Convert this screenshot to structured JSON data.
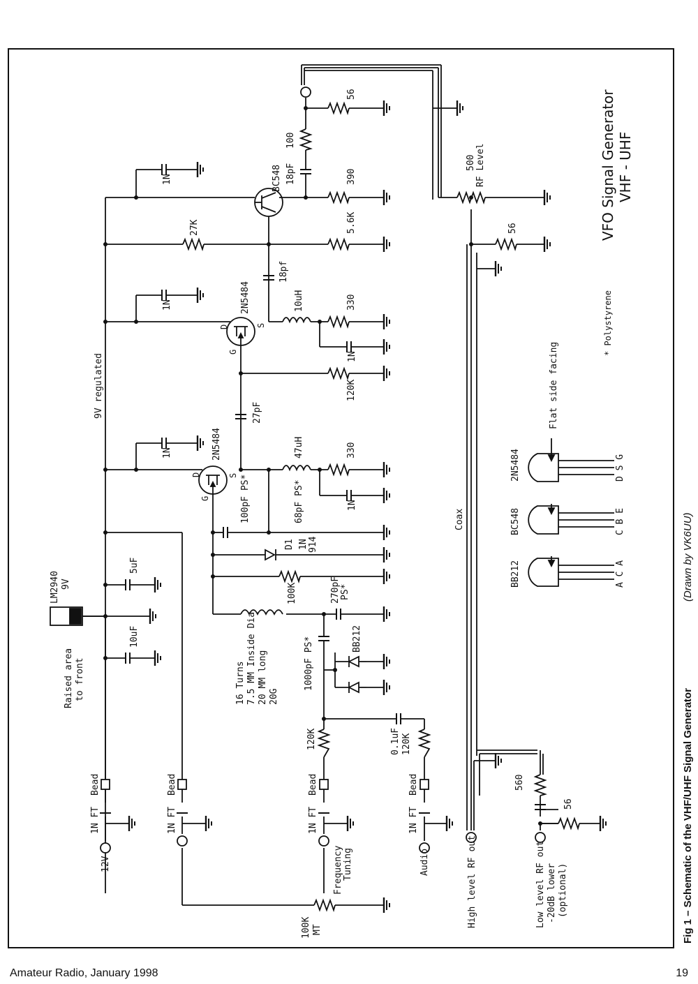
{
  "title": {
    "line1": "VFO Signal Generator",
    "line2": "VHF - UHF"
  },
  "caption": {
    "main": "Fig 1 – Schematic of the VHF/UHF Signal Generator",
    "credit": "(Drawn by VK6UU)"
  },
  "footer": {
    "left": "Amateur Radio, January 1998",
    "page": "19"
  },
  "labels": {
    "rail": "9V regulated",
    "coax": "Coax",
    "polystyrene": "* Polystyrene",
    "flat_side": "Flat side facing",
    "raised_area_1": "Raised area",
    "raised_area_2": "to front",
    "reg_name": "LM2940",
    "reg_volt": "9V",
    "coil_1": "16 Turns",
    "coil_2": "7.5 MM Inside Dia",
    "coil_3": "20 MM long",
    "coil_4": "20G"
  },
  "components": {
    "q_bc548": "BC548",
    "q_fet1": "2N5484",
    "q_fet2": "2N5484",
    "c_1n_a": "1N",
    "c_1n_b": "1N",
    "c_1n_c": "1N",
    "c_1n_d": "1N",
    "c_1n_e": "1N",
    "r_27k": "27K",
    "r_56_top": "56",
    "r_100": "100",
    "c_18pf_a": "18pF",
    "r_390": "390",
    "r_5k6": "5.6K",
    "c_18pf_b": "18pf",
    "l_10uh": "10uH",
    "r_330_a": "330",
    "r_120k_a": "120K",
    "c_27pf": "27pF",
    "l_47uh": "47uH",
    "r_330_b": "330",
    "c_100pf": "100pF PS*",
    "c_68pf": "68pF PS*",
    "d1": "D1",
    "d1_type_1": "1N",
    "d1_type_2": "914",
    "r_100k": "100K",
    "c_270pf_1": "270pF",
    "c_270pf_2": "PS*",
    "c_5uf": "5uF",
    "c_10uf": "10uF",
    "c_1000pf": "1000pF PS*",
    "d_bb212": "BB212",
    "r_120k_b": "120K",
    "c_01uf": "0.1uF",
    "r_120k_c": "120K",
    "r_500_1": "500",
    "r_500_2": "RF Level",
    "r_56_mid": "56",
    "r_560": "560",
    "r_56_low": "56",
    "pot_100k_1": "100K",
    "pot_100k_2": "MT",
    "freq_1": "Frequency",
    "freq_2": "Tuning",
    "pin_d1": "D",
    "pin_g1": "G",
    "pin_s1": "S",
    "pin_d2": "D",
    "pin_g2": "G",
    "pin_s2": "S"
  },
  "connectors": {
    "in_12v": "12V",
    "in_audio": "Audio",
    "out_high": "High level RF out",
    "out_low_1": "Low level RF out",
    "out_low_2": "-20dB lower",
    "out_low_3": "(optional)",
    "feed": "1N FT",
    "bead": "Bead"
  },
  "pinouts": [
    {
      "name": "BB212",
      "pins": "A C A"
    },
    {
      "name": "BC548",
      "pins": "C B E"
    },
    {
      "name": "2N5484",
      "pins": "D S G"
    }
  ]
}
